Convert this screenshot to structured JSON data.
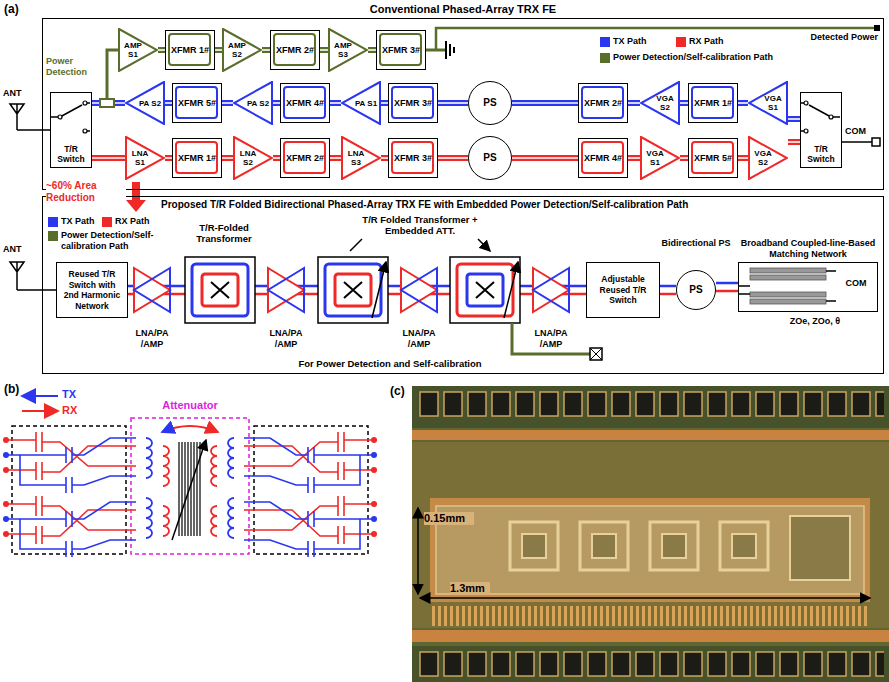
{
  "diagram": {
    "nodes": [
      {
        "text": [
          "Conventional Phased-Array TRX FE"
        ]
      },
      {
        "text": [
          "T/R Switch"
        ],
        "in": 0
      },
      {
        "text": [
          "AMP S1"
        ],
        "in": 0
      },
      {
        "text": [
          "XFMR 1#"
        ],
        "in": 0
      },
      {
        "text": [
          "AMP S2"
        ],
        "in": 0
      },
      {
        "text": [
          "XFMR 2#"
        ],
        "in": 0
      },
      {
        "text": [
          "AMP S3"
        ],
        "in": 0
      },
      {
        "text": [
          "XFMR 3#"
        ],
        "in": 0
      },
      {
        "text": [
          "PA S2"
        ],
        "in": 0
      },
      {
        "text": [
          "XFMR 5#"
        ],
        "in": 0
      },
      {
        "text": [
          "PA S2"
        ],
        "in": 0
      },
      {
        "text": [
          "XFMR 4#"
        ],
        "in": 0
      },
      {
        "text": [
          "PA S1"
        ],
        "in": 0
      },
      {
        "text": [
          "XFMR 3#"
        ],
        "in": 0
      },
      {
        "text": [
          "PS"
        ],
        "in": 0
      },
      {
        "text": [
          "XFMR 2#"
        ],
        "in": 0
      },
      {
        "text": [
          "VGA S2"
        ],
        "in": 0
      },
      {
        "text": [
          "XFMR 1#"
        ],
        "in": 0
      },
      {
        "text": [
          "VGA S1"
        ],
        "in": 0
      },
      {
        "text": [
          "LNA S1"
        ],
        "in": 0
      },
      {
        "text": [
          "XFMR 1#"
        ],
        "in": 0
      },
      {
        "text": [
          "LNA S2"
        ],
        "in": 0
      },
      {
        "text": [
          "XFMR 2#"
        ],
        "in": 0
      },
      {
        "text": [
          "LNA S3"
        ],
        "in": 0
      },
      {
        "text": [
          "XFMR 3#"
        ],
        "in": 0
      },
      {
        "text": [
          "PS"
        ],
        "in": 0
      },
      {
        "text": [
          "XFMR 4#"
        ],
        "in": 0
      },
      {
        "text": [
          "VGA S1"
        ],
        "in": 0
      },
      {
        "text": [
          "XFMR 5#"
        ],
        "in": 0
      },
      {
        "text": [
          "VGA S2"
        ],
        "in": 0
      },
      {
        "text": [
          "T/R Switch"
        ],
        "in": 0
      },
      {
        "text": [
          "Proposed T/R Folded Bidirectional Phased-Array TRX FE with Embedded Power Detection/Self-calibration Path"
        ]
      },
      {
        "text": [
          "Reused T/R Switch with 2nd Harmonic Network"
        ],
        "in": 31
      },
      {
        "text": [
          "Adjustable Reused T/R Switch"
        ],
        "in": 31
      },
      {
        "text": [
          "PS"
        ],
        "in": 31
      },
      {
        "text": [
          "Broadband Coupled-line-Based Matching Network"
        ],
        "in": 31
      }
    ],
    "edges": [
      {
        "from": 2,
        "to": 3,
        "arrow": "none"
      },
      {
        "from": 3,
        "to": 4,
        "arrow": "none"
      },
      {
        "from": 4,
        "to": 5,
        "arrow": "none"
      },
      {
        "from": 5,
        "to": 6,
        "arrow": "none"
      },
      {
        "from": 6,
        "to": 7,
        "arrow": "none"
      },
      {
        "from": 1,
        "to": 8,
        "arrow": "none"
      },
      {
        "from": 8,
        "to": 9,
        "arrow": "none"
      },
      {
        "from": 9,
        "to": 10,
        "arrow": "none"
      },
      {
        "from": 10,
        "to": 11,
        "arrow": "none"
      },
      {
        "from": 11,
        "to": 12,
        "arrow": "none"
      },
      {
        "from": 12,
        "to": 13,
        "arrow": "none"
      },
      {
        "from": 13,
        "to": 14,
        "arrow": "none"
      },
      {
        "from": 14,
        "to": 15,
        "arrow": "none"
      },
      {
        "from": 15,
        "to": 16,
        "arrow": "none"
      },
      {
        "from": 16,
        "to": 17,
        "arrow": "none"
      },
      {
        "from": 17,
        "to": 18,
        "arrow": "none"
      },
      {
        "from": 18,
        "to": 30,
        "arrow": "none"
      },
      {
        "from": 1,
        "to": 19,
        "arrow": "none"
      },
      {
        "from": 19,
        "to": 20,
        "arrow": "none"
      },
      {
        "from": 20,
        "to": 21,
        "arrow": "none"
      },
      {
        "from": 21,
        "to": 22,
        "arrow": "none"
      },
      {
        "from": 22,
        "to": 23,
        "arrow": "none"
      },
      {
        "from": 23,
        "to": 24,
        "arrow": "none"
      },
      {
        "from": 24,
        "to": 25,
        "arrow": "none"
      },
      {
        "from": 25,
        "to": 26,
        "arrow": "none"
      },
      {
        "from": 26,
        "to": 27,
        "arrow": "none"
      },
      {
        "from": 27,
        "to": 28,
        "arrow": "none"
      },
      {
        "from": 28,
        "to": 29,
        "arrow": "none"
      },
      {
        "from": 29,
        "to": 30,
        "arrow": "none"
      },
      {
        "from": 33,
        "to": 34,
        "arrow": "none"
      },
      {
        "from": 34,
        "to": 35,
        "arrow": "none"
      }
    ],
    "labels": [
      "(a)",
      "ANT",
      "Power Detection",
      "Detected Power",
      "COM",
      "~60% Area Reduction",
      "ANT",
      "T/R-Folded Transformer",
      "T/R Folded Transformer + Embedded ATT.",
      "Bidirectional PS",
      "LNA/PA /AMP",
      "LNA/PA /AMP",
      "LNA/PA /AMP",
      "LNA/PA /AMP",
      "COM",
      "ZOe, ZOo, θ",
      "For Power Detection and Self-calibration",
      "(b)",
      "TX",
      "RX",
      "Attenuator",
      "(c)",
      "0.15mm",
      "1.3mm"
    ],
    "legend": [
      {
        "text": "TX Path",
        "color": "#2a36f0"
      },
      {
        "text": "RX Path",
        "color": "#f02828"
      },
      {
        "text": "Power Detection/Self-calibration Path",
        "color": "#5a6e2c"
      },
      {
        "text": "TX Path",
        "color": "#2a36f0"
      },
      {
        "text": "RX Path",
        "color": "#f02828"
      },
      {
        "text": "Power Detection/Self-calibration Path",
        "color": "#5a6e2c"
      }
    ]
  }
}
